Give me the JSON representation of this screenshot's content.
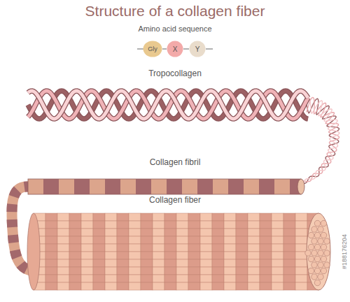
{
  "diagram": {
    "title": "Structure of a collagen fiber",
    "nodes": [
      {
        "text": [
          "Gly"
        ]
      },
      {
        "text": [
          "X"
        ]
      },
      {
        "text": [
          "Y"
        ]
      }
    ],
    "edges": [
      {
        "from": 0,
        "to": 1,
        "arrow": "none"
      },
      {
        "from": 1,
        "to": 2,
        "arrow": "none"
      }
    ],
    "labels": [
      "Amino acid sequence",
      "Tropocollagen",
      "Collagen fibril",
      "Collagen fiber",
      "#188176204"
    ]
  }
}
